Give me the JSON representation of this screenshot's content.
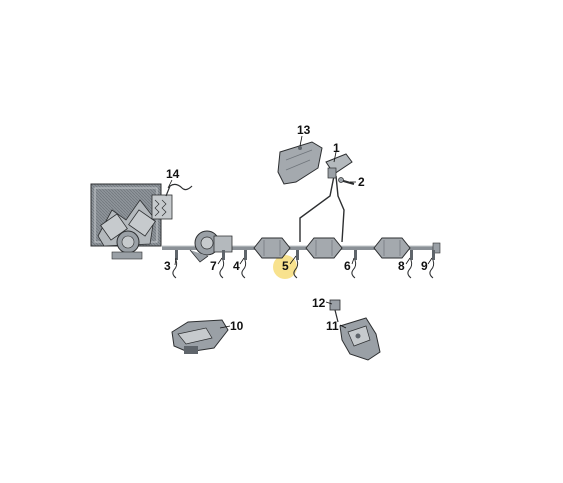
{
  "colors": {
    "background": "#ffffff",
    "part_fill": "#9aa0a6",
    "part_light": "#c6cacd",
    "part_dark": "#5f656b",
    "outline": "#2d2f31",
    "pipe": "#8b9197",
    "highlight": "#f7dd7a"
  },
  "callouts": [
    {
      "id": "1",
      "label": "1"
    },
    {
      "id": "2",
      "label": "2"
    },
    {
      "id": "3",
      "label": "3"
    },
    {
      "id": "4",
      "label": "4"
    },
    {
      "id": "5",
      "label": "5"
    },
    {
      "id": "6",
      "label": "6"
    },
    {
      "id": "7",
      "label": "7"
    },
    {
      "id": "8",
      "label": "8"
    },
    {
      "id": "9",
      "label": "9"
    },
    {
      "id": "10",
      "label": "10"
    },
    {
      "id": "11",
      "label": "11"
    },
    {
      "id": "12",
      "label": "12"
    },
    {
      "id": "13",
      "label": "13"
    },
    {
      "id": "14",
      "label": "14"
    }
  ],
  "highlighted_callout": "5"
}
